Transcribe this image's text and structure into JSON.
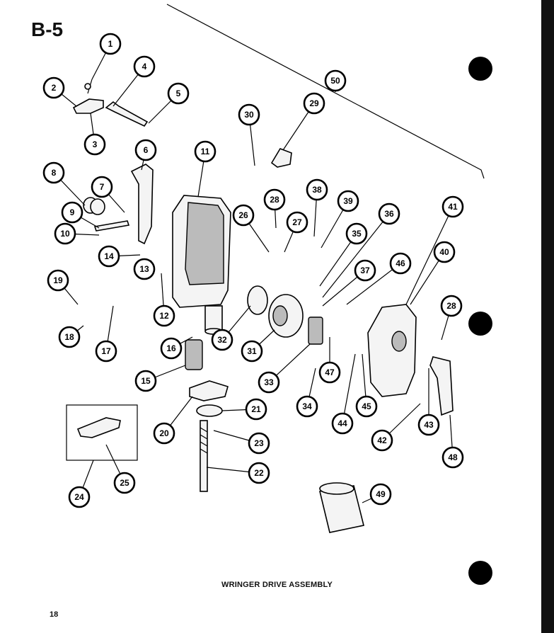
{
  "page_id": "B-5",
  "caption": "WRINGER DRIVE ASSEMBLY",
  "page_number": "18",
  "callouts": [
    "1",
    "2",
    "3",
    "4",
    "5",
    "6",
    "7",
    "8",
    "9",
    "10",
    "11",
    "12",
    "13",
    "14",
    "15",
    "16",
    "17",
    "18",
    "19",
    "20",
    "21",
    "22",
    "23",
    "24",
    "25",
    "26",
    "27",
    "28",
    "28",
    "29",
    "30",
    "31",
    "32",
    "33",
    "34",
    "35",
    "36",
    "37",
    "38",
    "39",
    "40",
    "41",
    "42",
    "43",
    "44",
    "45",
    "46",
    "47",
    "48",
    "49",
    "50"
  ],
  "parts": [
    {
      "name": "parts-1-2-3-lever"
    },
    {
      "name": "part-4-shaft"
    },
    {
      "name": "part-6-bracket"
    },
    {
      "name": "part-8-bushing"
    },
    {
      "name": "part-9-pin"
    },
    {
      "name": "part-11-gear-housing"
    },
    {
      "name": "part-15-clutch"
    },
    {
      "name": "part-20-plate"
    },
    {
      "name": "part-21-ring"
    },
    {
      "name": "part-22-drive-shaft"
    },
    {
      "name": "part-24-latch-inset"
    },
    {
      "name": "part-29-spring"
    },
    {
      "name": "part-31-gear"
    },
    {
      "name": "part-32-washer"
    },
    {
      "name": "part-33-pinion"
    },
    {
      "name": "part-40-cover"
    },
    {
      "name": "part-48-handle"
    },
    {
      "name": "part-49-roll"
    }
  ]
}
